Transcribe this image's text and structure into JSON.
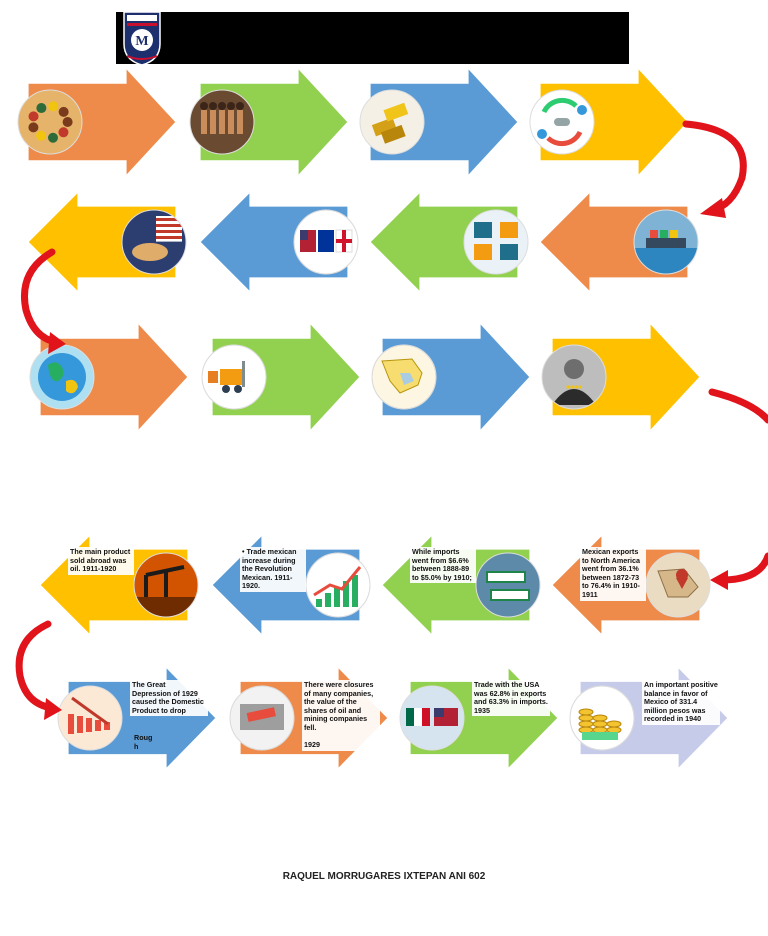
{
  "header": {
    "logo_letter": "M"
  },
  "rows": [
    {
      "direction": "right",
      "arrows": [
        {
          "color": "#ee8a4a",
          "image": "crowd-scene-image"
        },
        {
          "color": "#92d050",
          "image": "workers-scene-image"
        },
        {
          "color": "#5b9bd5",
          "image": "gold-bars-image"
        },
        {
          "color": "#ffc000",
          "image": "exchange-cycle-image"
        }
      ]
    },
    {
      "direction": "left",
      "arrows": [
        {
          "color": "#ffc000",
          "image": "handshake-flags-image"
        },
        {
          "color": "#5b9bd5",
          "image": "country-flags-image"
        },
        {
          "color": "#92d050",
          "image": "logistics-icons-image"
        },
        {
          "color": "#ee8a4a",
          "image": "cargo-port-image"
        }
      ]
    },
    {
      "direction": "right",
      "arrows": [
        {
          "color": "#ee8a4a",
          "image": "globe-image"
        },
        {
          "color": "#92d050",
          "image": "forklift-image"
        },
        {
          "color": "#5b9bd5",
          "image": "mexico-map-image"
        },
        {
          "color": "#ffc000",
          "image": "general-portrait-image"
        }
      ]
    },
    {
      "direction": "left",
      "arrows": [
        {
          "color": "#ffc000",
          "image": "oil-pump-image",
          "text": "The main product sold abroad was oil. 1911-1920"
        },
        {
          "color": "#5b9bd5",
          "image": "growth-chart-image",
          "text": "• Trade mexican increase during the Revolution Mexican. 1911-1920."
        },
        {
          "color": "#92d050",
          "image": "export-import-signs-image",
          "text": "While imports went from $6.6% between 1888-89 to $5.0% by 1910;"
        },
        {
          "color": "#ee8a4a",
          "image": "mexico-pin-map-image",
          "text": "Mexican exports to North America went from 36.1% between 1872-73 to 76.4% in 1910-1911"
        }
      ]
    },
    {
      "direction": "right",
      "arrows": [
        {
          "color": "#5b9bd5",
          "image": "decline-chart-image",
          "text": "The Great Depression of 1929 caused the Domestic Product to drop"
        },
        {
          "color": "#ee8a4a",
          "image": "closed-shop-image",
          "text": "There were closures of many companies, the value of the shares of oil and mining companies fell.\n\n1929"
        },
        {
          "color": "#92d050",
          "image": "us-mexico-flags-image",
          "text": "Trade with the USA was 62.8% in exports and 63.3% in imports. 1935"
        },
        {
          "color": "#c6cbea",
          "image": "coin-stacks-image",
          "text": "An important positive balance in favor of Mexico of 331.4 million pesos was recorded in 1940"
        }
      ]
    }
  ],
  "partial_label": "Roug\nh",
  "footer": {
    "author": "RAQUEL MORRUGARES IXTEPAN ANI 602"
  }
}
